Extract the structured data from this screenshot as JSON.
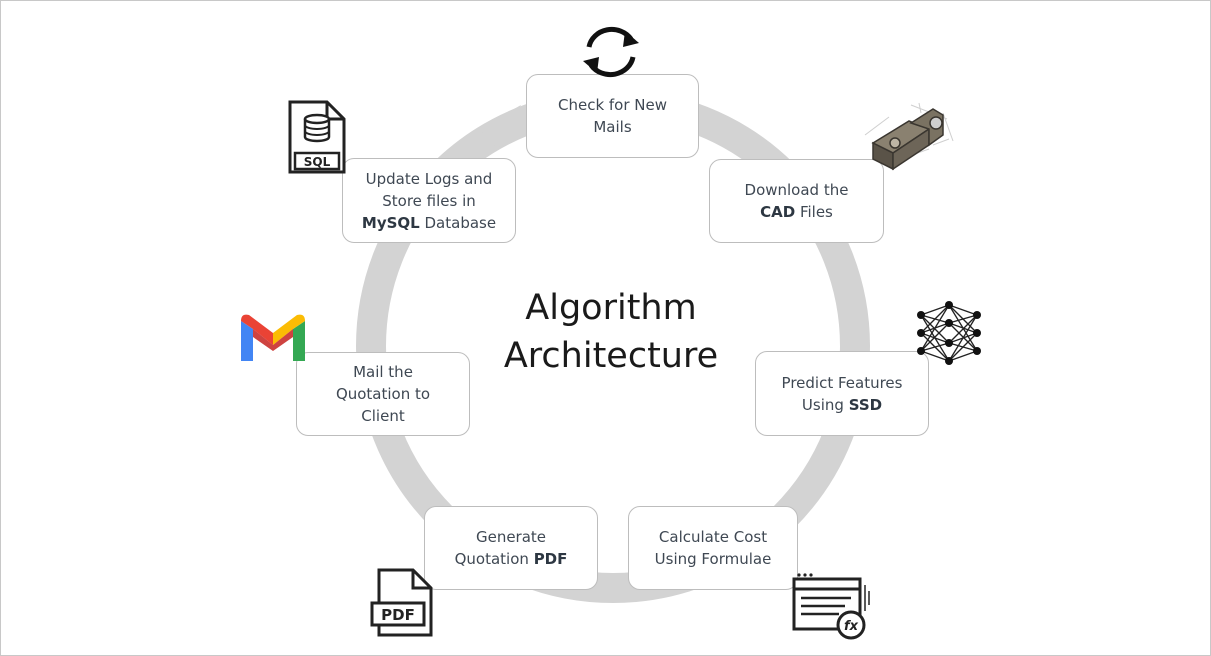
{
  "diagram": {
    "title_line1": "Algorithm",
    "title_line2": "Architecture",
    "steps": [
      {
        "id": "check-mails",
        "pre": "Check for New",
        "line2": "Mails"
      },
      {
        "id": "download-cad",
        "line1": "Download the",
        "bold": "CAD",
        "post": " Files"
      },
      {
        "id": "predict-features",
        "line1": "Predict Features",
        "pre": "Using ",
        "bold": "SSD"
      },
      {
        "id": "calculate-cost",
        "line1": "Calculate Cost",
        "line2": "Using Formulae"
      },
      {
        "id": "generate-pdf",
        "line1": "Generate",
        "pre": "Quotation ",
        "bold": "PDF"
      },
      {
        "id": "mail-quotation",
        "line1": "Mail the",
        "line2": "Quotation to",
        "line3": "Client"
      },
      {
        "id": "update-logs",
        "line1": "Update Logs and",
        "line2": "Store files in",
        "bold": "MySQL",
        "post": " Database"
      }
    ],
    "icons": {
      "sql_label": "SQL",
      "pdf_label": "PDF",
      "fx_label": "fx"
    },
    "colors": {
      "cycle_arrow": "#d3d3d3",
      "box_border": "#bdbdbd",
      "text": "#3f4853"
    }
  }
}
